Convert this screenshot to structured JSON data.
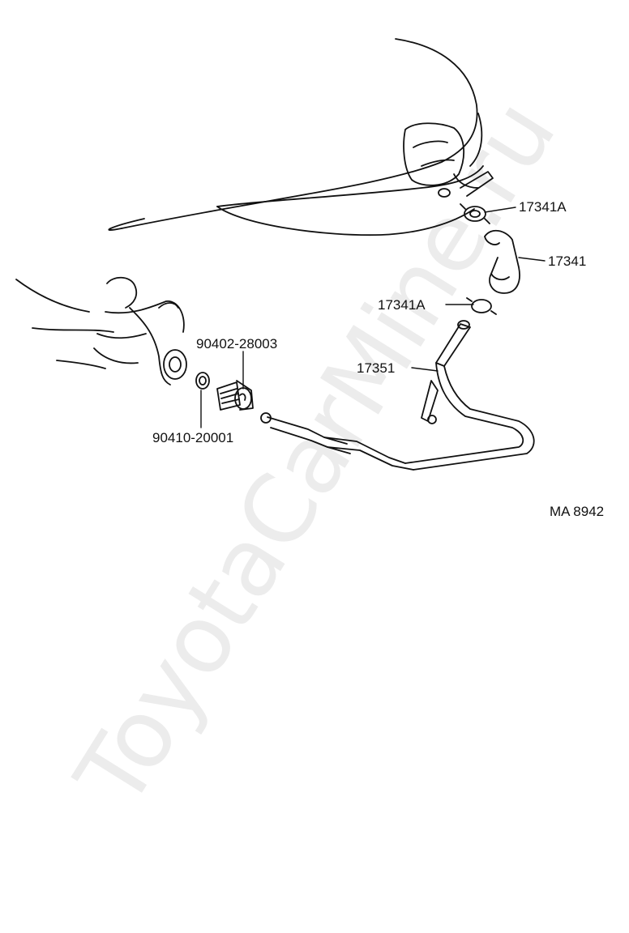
{
  "watermark": "ToyotaCarMine.ru",
  "diagram_code": "MA 8942",
  "parts": {
    "p1": "17341A",
    "p2": "17341",
    "p3": "17341A",
    "p4": "17351",
    "p5": "90402-28003",
    "p6": "90410-20001"
  },
  "colors": {
    "line": "#111111",
    "watermark": "#ececec"
  }
}
